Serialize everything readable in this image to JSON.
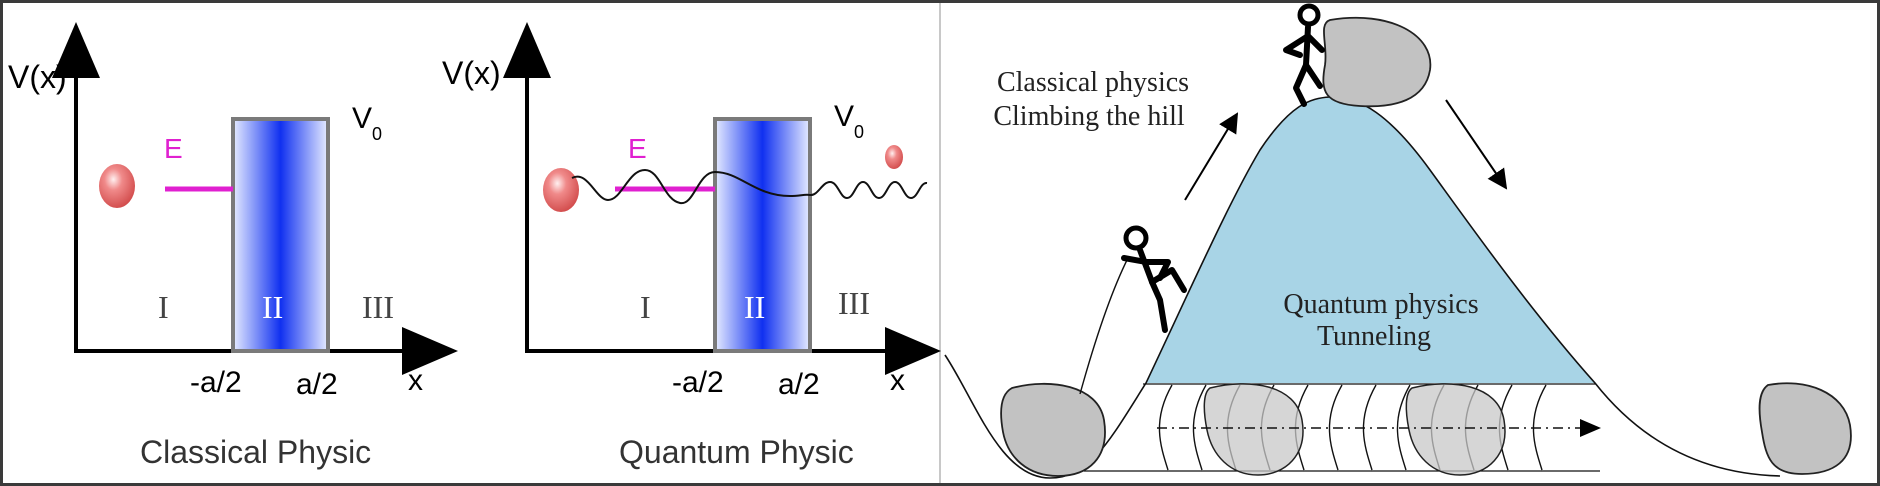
{
  "colors": {
    "frame": "#3a3a3a",
    "axis": "#000000",
    "energy": "#e020d0",
    "barrier_edge": "#7a7a7a",
    "barrier_center": "#1030f0",
    "barrier_side": "#e6ecff",
    "particle": "#e86060",
    "hill_fill": "#a8d4e6",
    "rock_fill": "#c8c8c8",
    "rock_stroke": "#222222",
    "divider": "#c8c8c8"
  },
  "classical_panel": {
    "y_axis_label": "V(x)",
    "x_axis_label": "x",
    "energy_label": "E",
    "potential_label": "V",
    "potential_subscript": "0",
    "region_1": "I",
    "region_2": "II",
    "region_3": "III",
    "left_edge_label": "-a/2",
    "right_edge_label": "a/2",
    "caption": "Classical Physic"
  },
  "quantum_panel": {
    "y_axis_label": "V(x)",
    "x_axis_label": "x",
    "energy_label": "E",
    "potential_label": "V",
    "potential_subscript": "0",
    "region_1": "I",
    "region_2": "II",
    "region_3": "III",
    "left_edge_label": "-a/2",
    "right_edge_label": "a/2",
    "caption": "Quantum Physic"
  },
  "hill_panel": {
    "classical_line_1": "Classical physics",
    "classical_line_2": "Climbing the hill",
    "quantum_line_1": "Quantum physics",
    "quantum_line_2": "Tunneling"
  },
  "icons": [
    "particle-icon",
    "stick-figure-icon",
    "boulder-icon",
    "arrow-icon"
  ]
}
